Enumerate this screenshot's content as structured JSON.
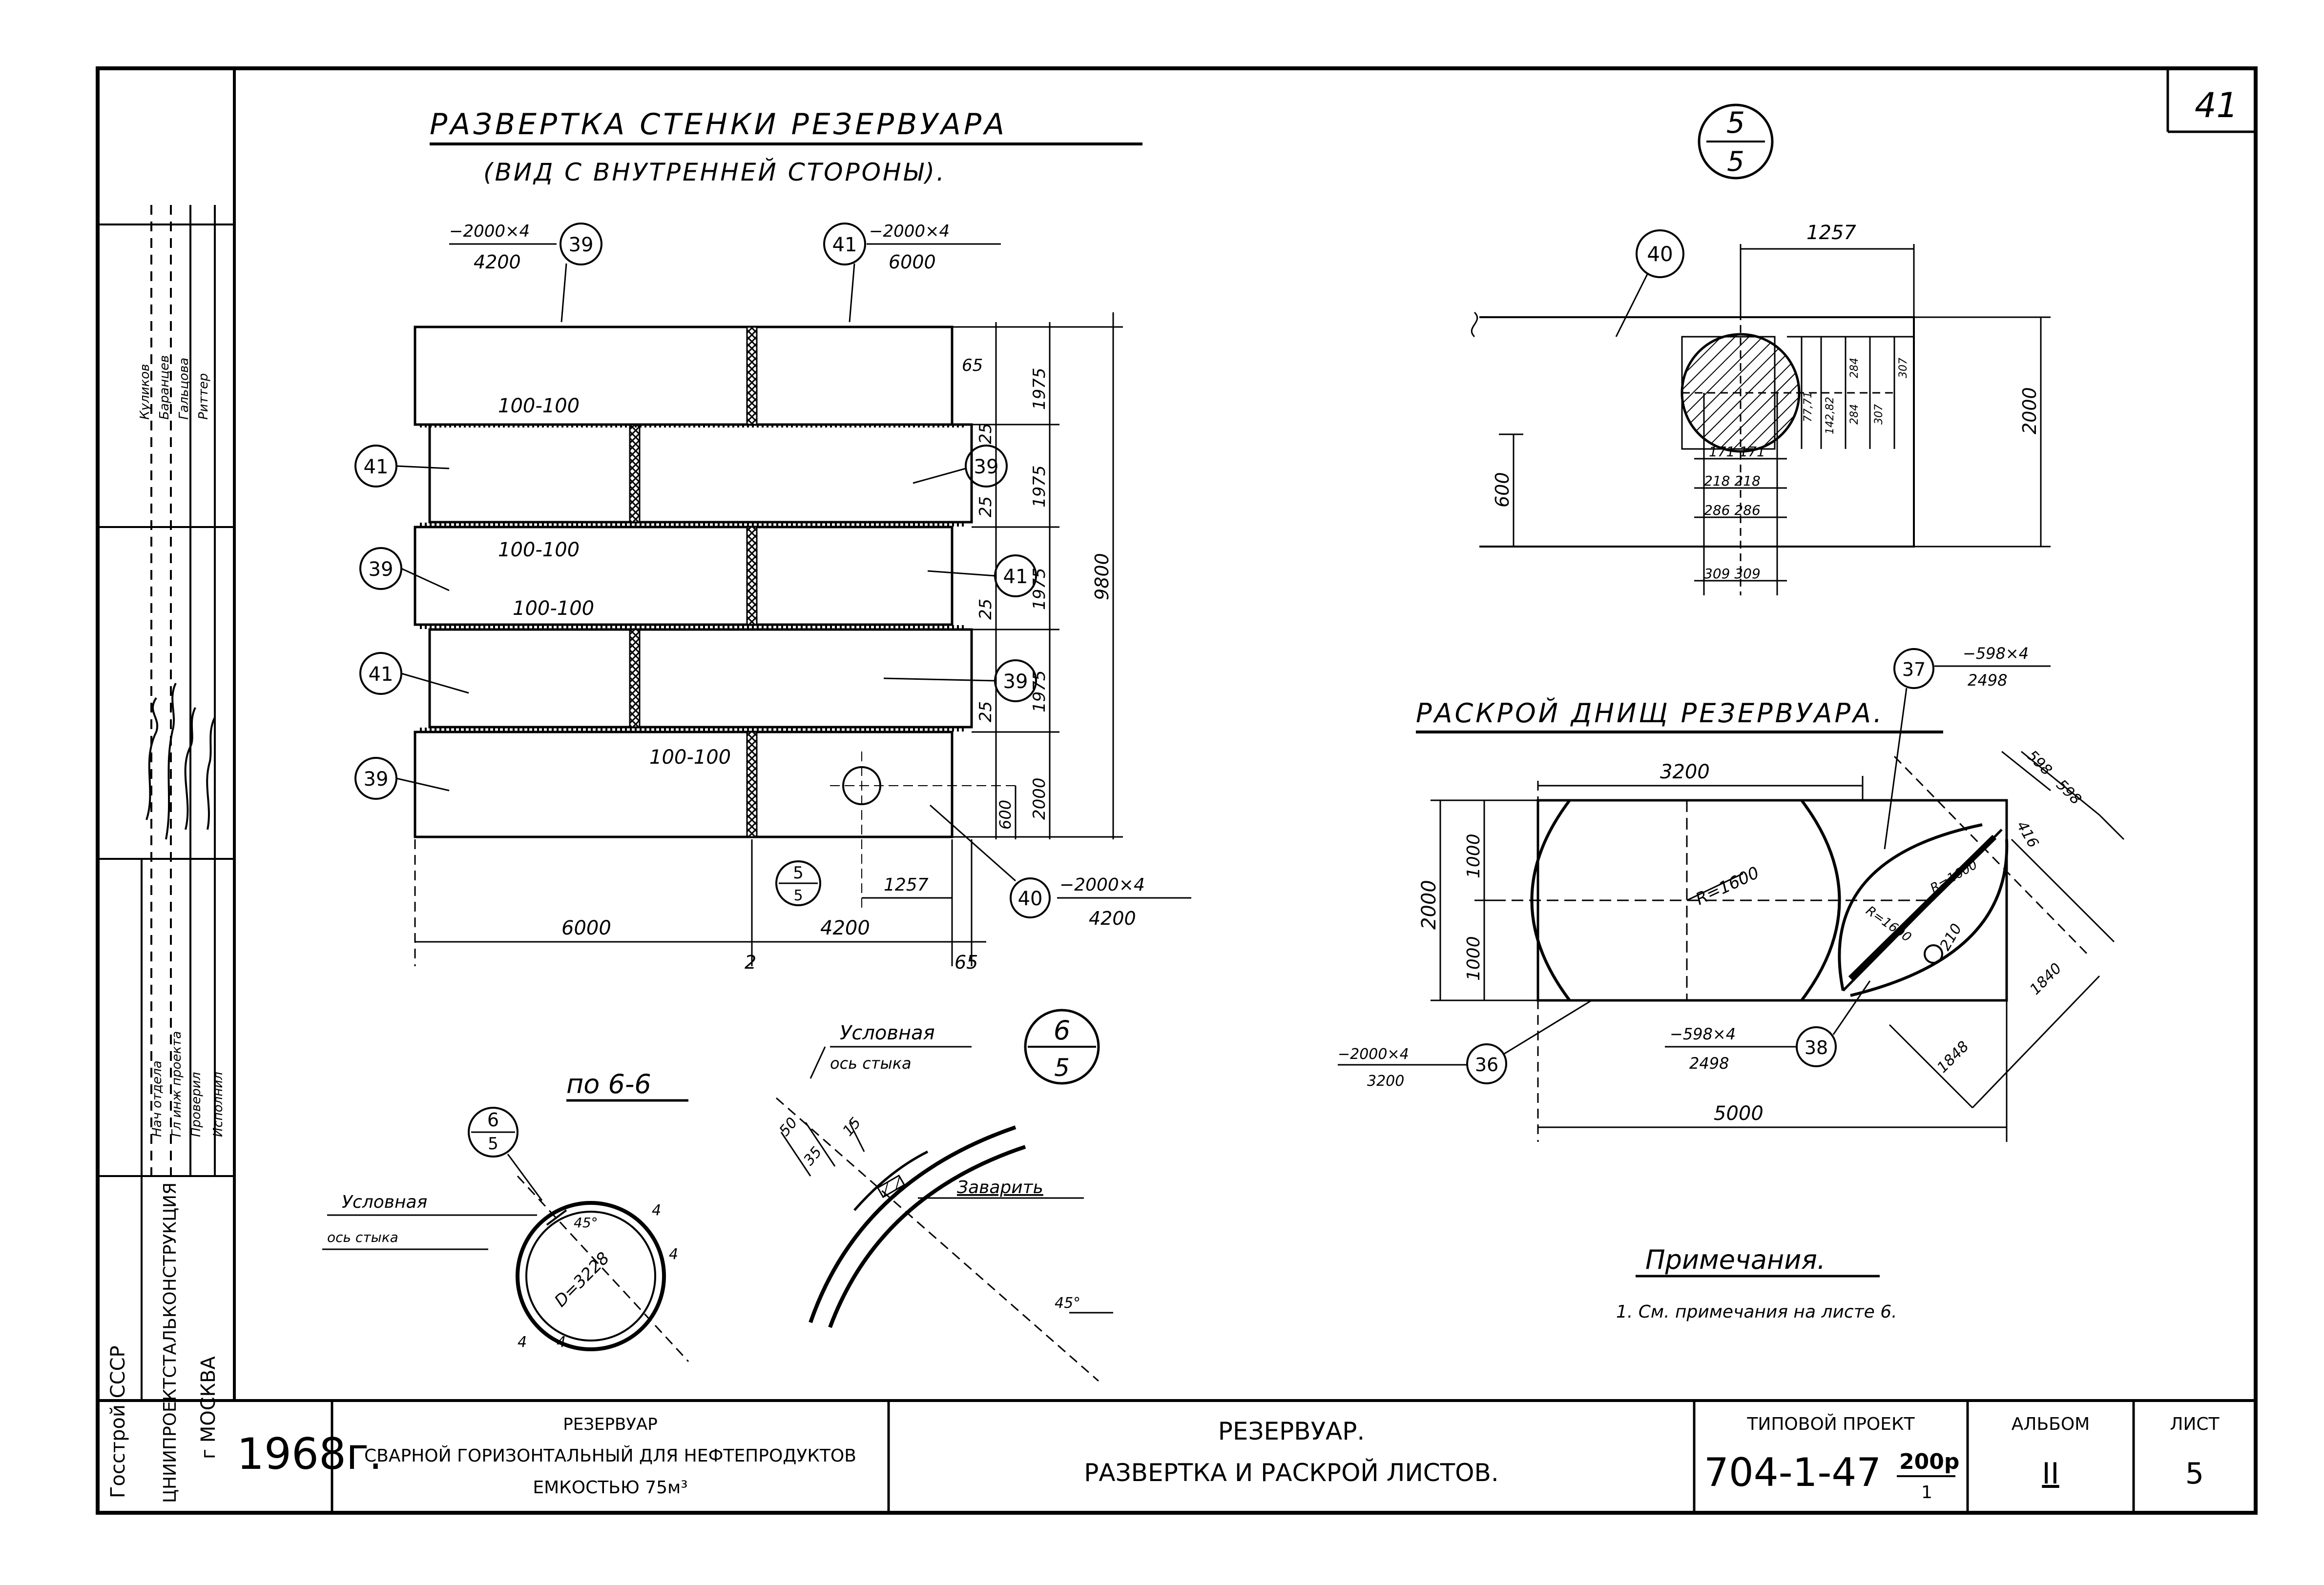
{
  "sheet_number": "41",
  "wall": {
    "title": "РАЗВЕРТКА СТЕНКИ РЕЗЕРВУАРА",
    "subtitle": "(ВИД С ВНУТРЕННЕЙ СТОРОНЫ).",
    "callout_top_left": {
      "num": "39",
      "spec": "−2000×4",
      "len": "4200"
    },
    "callout_top_right": {
      "num": "41",
      "spec": "−2000×4",
      "len": "6000"
    },
    "overlaps": [
      "100-100",
      "100-100",
      "100-100",
      "100-100"
    ],
    "left_marks": [
      "41",
      "39",
      "41",
      "39"
    ],
    "right_marks": [
      "39",
      "41",
      "39"
    ],
    "right_dims": [
      "65",
      "25",
      "25",
      "25",
      "25",
      "1975",
      "1975",
      "1975",
      "1975",
      "2000"
    ],
    "overall_height": "9800",
    "hole_dims": {
      "vertical": "600",
      "horizontal": "1257"
    },
    "section_ref": {
      "num": "5",
      "sheet": "5"
    },
    "plate40": {
      "num": "40",
      "spec": "−2000×4",
      "len": "4200"
    },
    "bottom_dims": {
      "left": "6000",
      "mid": "4200",
      "gap": "2",
      "right": "65"
    }
  },
  "detail55": {
    "num": "5",
    "sheet": "5",
    "plate": "40",
    "top": "1257",
    "height": "2000",
    "left": "600",
    "inner_v": [
      "77,71",
      "142,82",
      "284",
      "284",
      "307",
      "307"
    ],
    "inner_h": [
      "171 171",
      "218 218",
      "286 286",
      "309 309"
    ]
  },
  "bottoms": {
    "title": "РАСКРОЙ ДНИЩ РЕЗЕРВУАРА.",
    "width_top": "3200",
    "height": "2000",
    "half_1": "1000",
    "half_2": "1000",
    "radius": "R=1600",
    "radius2": "R=1600",
    "radius3": "R=1600",
    "total": "5000",
    "plate36": {
      "num": "36",
      "spec": "−2000×4",
      "len": "3200"
    },
    "plate37": {
      "num": "37",
      "spec": "−598×4",
      "len": "2498"
    },
    "plate38": {
      "num": "38",
      "spec": "−598×4",
      "len": "2498"
    },
    "diag_dims": [
      "598",
      "598",
      "416",
      "210",
      "1840",
      "1848"
    ]
  },
  "section66": {
    "title": "по 6-6",
    "ref": {
      "num": "6",
      "sheet": "5"
    },
    "axis_label_1": "Условная",
    "axis_label_2": "ось стыка",
    "angle": "45°",
    "diameter": "D=3228",
    "thickness": [
      "4",
      "4",
      "4",
      "4"
    ]
  },
  "joint": {
    "axis_label_1": "Условная",
    "axis_label_2": "ось стыка",
    "ref": {
      "num": "6",
      "sheet": "5"
    },
    "dims": [
      "50",
      "35",
      "15"
    ],
    "weld": "Заварить",
    "angle": "45°"
  },
  "notes": {
    "title": "Примечания.",
    "text": "1. См. примечания на листе 6."
  },
  "side_stamp": {
    "names": [
      "Куликов",
      "Баранцев",
      "Гальцова",
      "Риттер"
    ],
    "roles": [
      "Нач отдела",
      "Гл инж проекта",
      "Проверил",
      "Исполнил"
    ],
    "org1": "Госстрой СССР",
    "org2": "ЦНИИПРОЕКТСТАЛЬКОНСТРУКЦИЯ",
    "city": "г МОСКВА"
  },
  "title_block": {
    "year": "1968г.",
    "product_1": "РЕЗЕРВУАР",
    "product_2": "СВАРНОЙ ГОРИЗОНТАЛЬНЫЙ ДЛЯ НЕФТЕПРОДУКТОВ",
    "product_3": "ЕМКОСТЬЮ 75м³",
    "sheet_title_1": "РЕЗЕРВУАР.",
    "sheet_title_2": "РАЗВЕРТКА И РАСКРОЙ ЛИСТОВ.",
    "project_label": "ТИПОВОЙ ПРОЕКТ",
    "project_number": "704-1-47",
    "project_frac_top": "200р",
    "project_frac_bottom": "1",
    "album_label": "АЛЬБОМ",
    "album_value": "II",
    "sheet_label": "ЛИСТ",
    "sheet_value": "5"
  }
}
